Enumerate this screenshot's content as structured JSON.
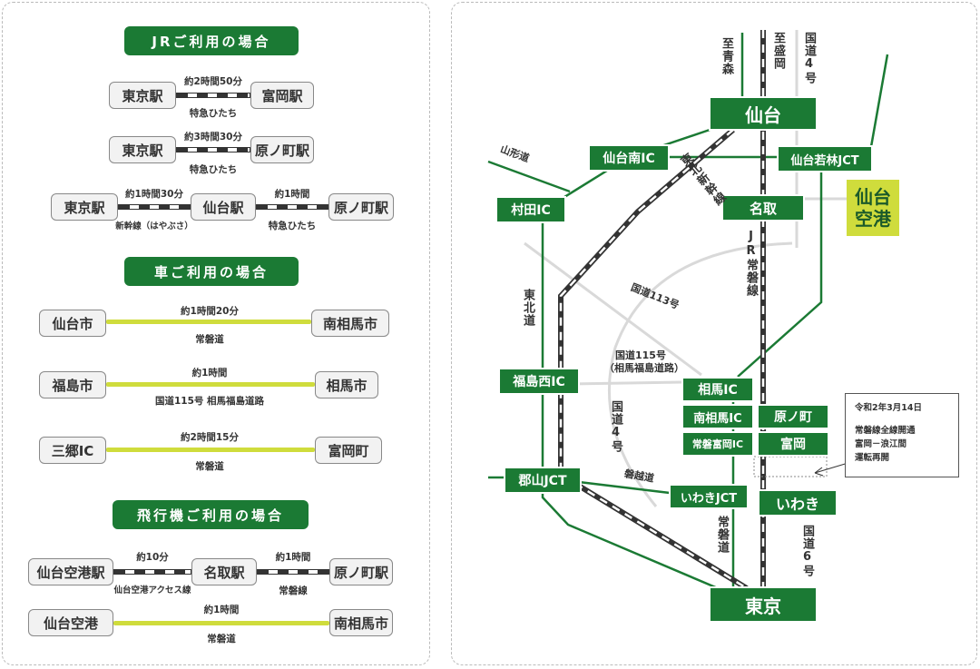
{
  "jr": {
    "heading": "JRご利用の場合",
    "routes": [
      {
        "from": "東京駅",
        "to": "富岡駅",
        "time": "約2時間50分",
        "line": "特急ひたち"
      },
      {
        "from": "東京駅",
        "to": "原ノ町駅",
        "time": "約3時間30分",
        "line": "特急ひたち"
      }
    ],
    "multi": {
      "s1": "東京駅",
      "s2": "仙台駅",
      "s3": "原ノ町駅",
      "time1": "約1時間30分",
      "line1": "新幹線（はやぶさ）",
      "time2": "約1時間",
      "line2": "特急ひたち"
    }
  },
  "car": {
    "heading": "車ご利用の場合",
    "routes": [
      {
        "from": "仙台市",
        "to": "南相馬市",
        "time": "約1時間20分",
        "via": "常磐道"
      },
      {
        "from": "福島市",
        "to": "相馬市",
        "time": "約1時間",
        "via": "国道115号 相馬福島道路"
      },
      {
        "from": "三郷IC",
        "to": "富岡町",
        "time": "約2時間15分",
        "via": "常磐道"
      }
    ]
  },
  "air": {
    "heading": "飛行機ご利用の場合",
    "multi": {
      "s1": "仙台空港駅",
      "s2": "名取駅",
      "s3": "原ノ町駅",
      "time1": "約10分",
      "line1": "仙台空港アクセス線",
      "time2": "約1時間",
      "line2": "常磐線"
    },
    "car": {
      "from": "仙台空港",
      "to": "南相馬市",
      "time": "約1時間",
      "via": "常磐道"
    }
  },
  "map": {
    "nodes": {
      "sendai": "仙台",
      "tokyo": "東京",
      "sendai_minami_ic": "仙台南IC",
      "sendai_wakabayashi_jct": "仙台若林JCT",
      "murata_ic": "村田IC",
      "natori": "名取",
      "fukushima_nishi_ic": "福島西IC",
      "soma_ic": "相馬IC",
      "minamisoma_ic": "南相馬IC",
      "haranomachi": "原ノ町",
      "joban_tomioka_ic": "常磐富岡IC",
      "tomioka": "富岡",
      "koriyama_jct": "郡山JCT",
      "iwaki_jct": "いわきJCT",
      "iwaki": "いわき"
    },
    "airport": "仙台\n空港",
    "labels": {
      "to_aomori": "至青森",
      "to_morioka": "至盛岡",
      "route4_top": "国道4号",
      "yamagata_road": "山形道",
      "tohoku_shinkansen": "東北新幹線",
      "jr_joban": "JR常磐線",
      "route113": "国道113号",
      "tohoku_road": "東北道",
      "route115_a": "国道115号",
      "route115_b": "（相馬福島道路）",
      "route4_mid": "国道4号",
      "banetsu_road": "磐越道",
      "joban_road": "常磐道",
      "route6": "国道6号"
    },
    "note": {
      "line1": "令和2年3月14日",
      "line2": "常磐線全線開通",
      "line3": "富岡－浪江間",
      "line4": "運転再開"
    },
    "colors": {
      "green": "#1b7a34",
      "road_yellow": "#cfdc3c",
      "gray_road": "#d9d9d9",
      "rail": "#333333"
    }
  }
}
